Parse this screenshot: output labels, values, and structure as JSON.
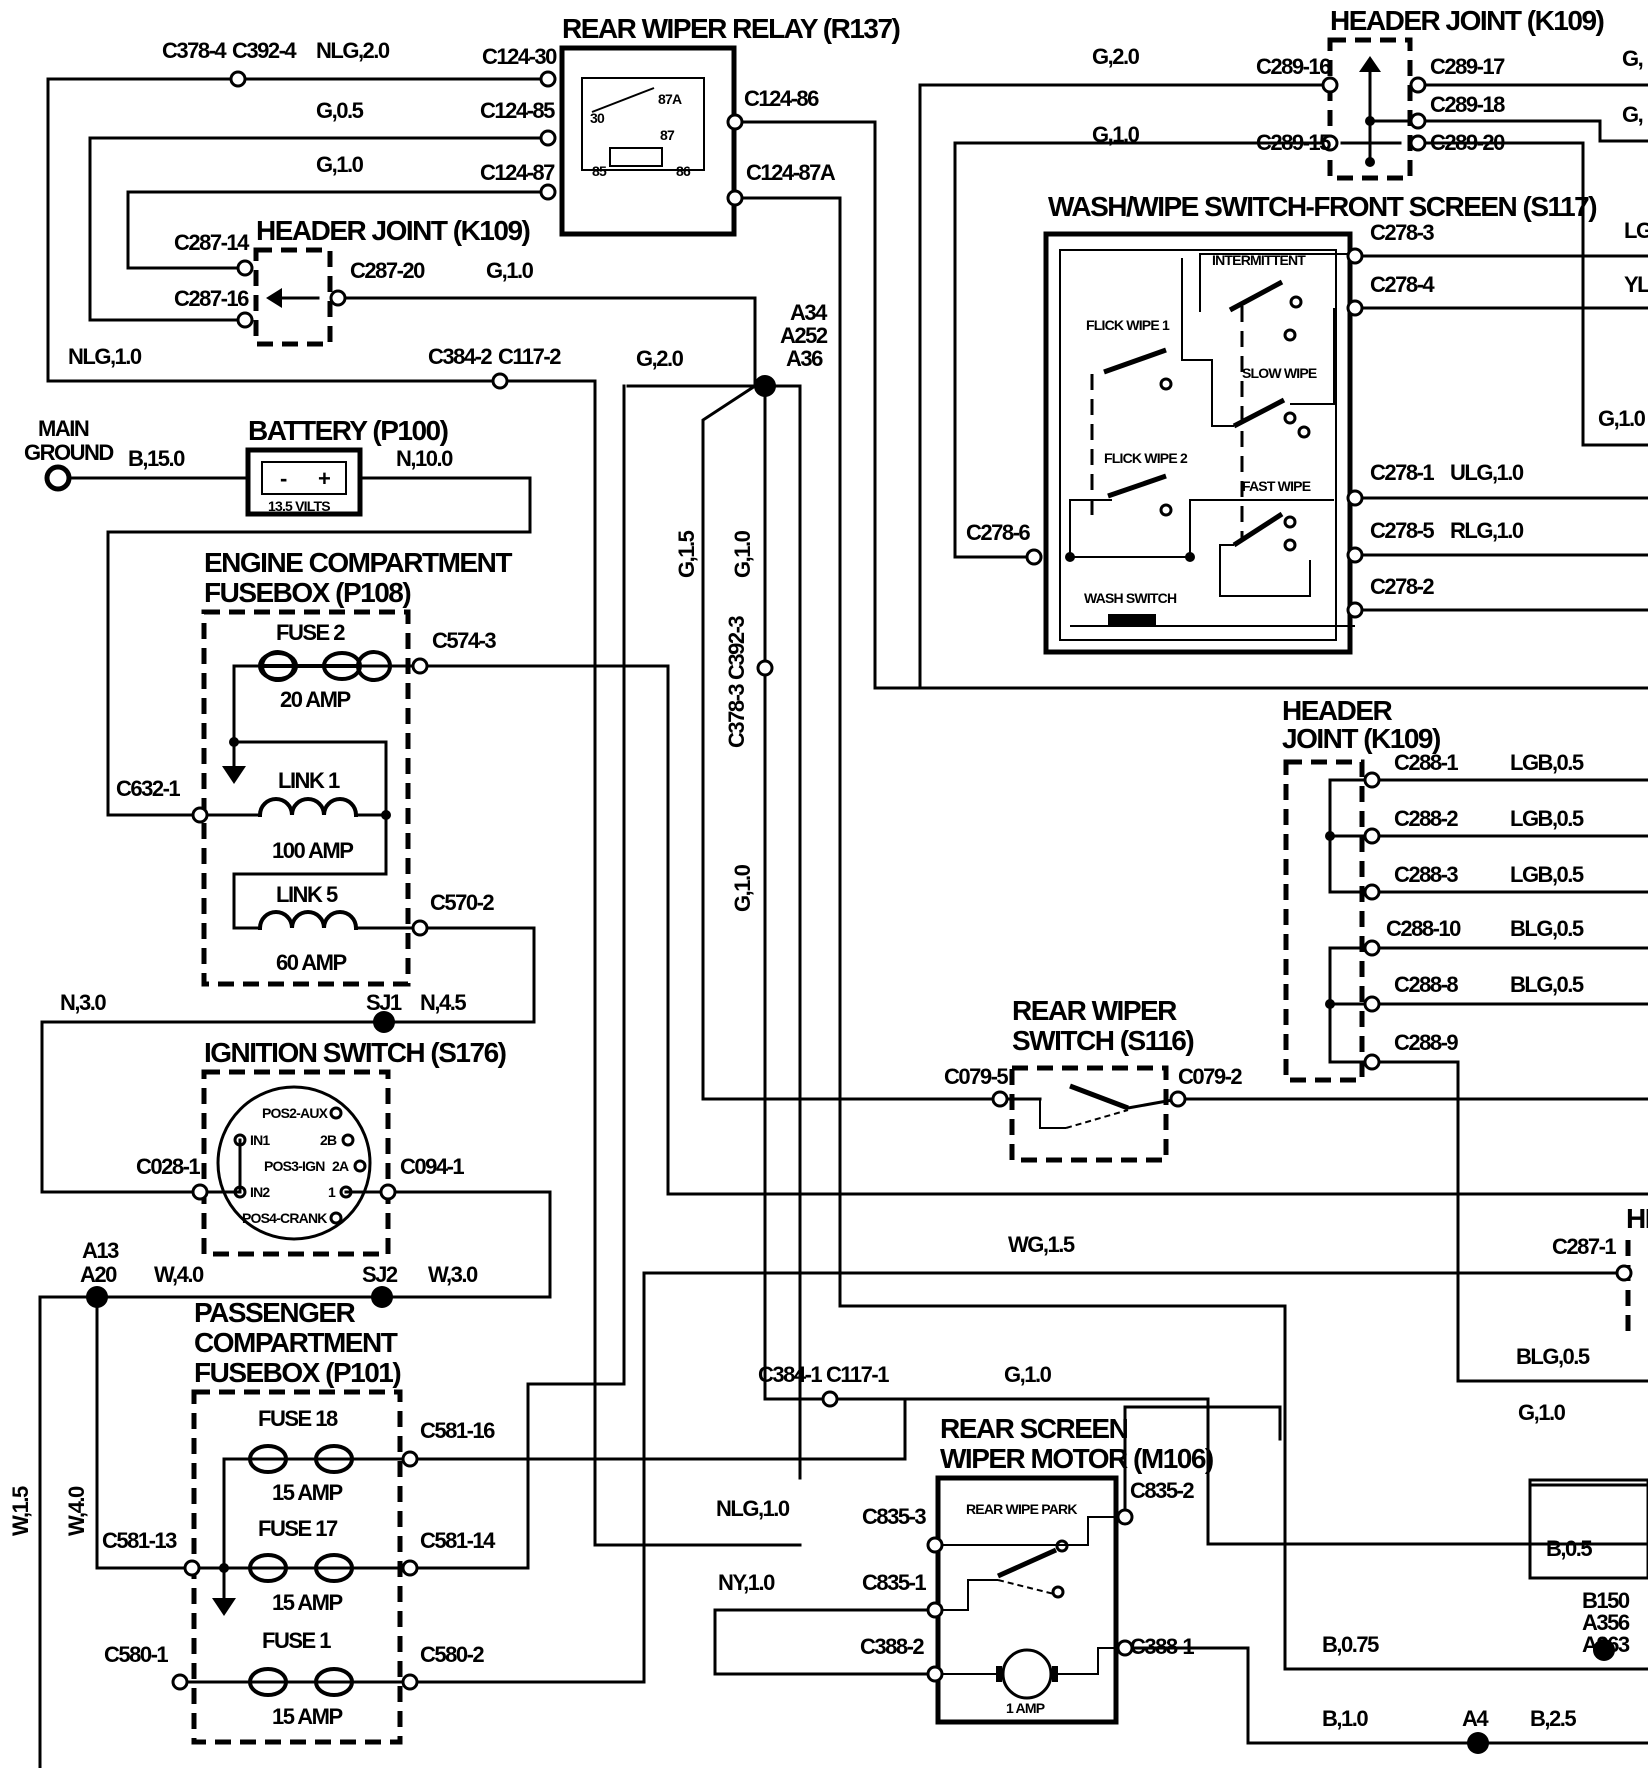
{
  "components": {
    "rear_wiper_relay": {
      "title": "REAR WIPER RELAY (R137)",
      "pins": [
        "30",
        "87A",
        "87",
        "85",
        "86"
      ]
    },
    "header_joint_top": {
      "title": "HEADER JOINT (K109)"
    },
    "header_joint_left": {
      "title": "HEADER JOINT (K109)"
    },
    "wash_wipe_switch": {
      "title": "WASH/WIPE SWITCH-FRONT SCREEN (S117)",
      "positions": [
        "INTERMITTENT",
        "FLICK WIPE 1",
        "SLOW WIPE",
        "FLICK WIPE 2",
        "FAST WIPE",
        "WASH SWITCH"
      ]
    },
    "battery": {
      "title": "BATTERY (P100)",
      "voltage": "13.5 VILTS",
      "minus": "-",
      "plus": "+"
    },
    "main_ground": {
      "line1": "MAIN",
      "line2": "GROUND"
    },
    "engine_fusebox": {
      "title1": "ENGINE COMPARTMENT",
      "title2": "FUSEBOX (P108)",
      "fuse2": "FUSE 2",
      "fuse2_rating": "20 AMP",
      "link1": "LINK 1",
      "link1_rating": "100 AMP",
      "link5": "LINK 5",
      "link5_rating": "60 AMP"
    },
    "header_joint_right": {
      "title1": "HEADER",
      "title2": "JOINT (K109)"
    },
    "rear_wiper_switch": {
      "title1": "REAR WIPER",
      "title2": "SWITCH (S116)"
    },
    "ignition_switch": {
      "title": "IGNITION SWITCH (S176)",
      "positions": [
        "POS2-AUX",
        "IN1",
        "2B",
        "POS3-IGN",
        "2A",
        "IN2",
        "1",
        "POS4-CRANK"
      ]
    },
    "passenger_fusebox": {
      "title1": "PASSENGER",
      "title2": "COMPARTMENT",
      "title3": "FUSEBOX (P101)",
      "fuse18": "FUSE 18",
      "fuse18_rating": "15 AMP",
      "fuse17": "FUSE 17",
      "fuse17_rating": "15 AMP",
      "fuse1": "FUSE 1",
      "fuse1_rating": "15 AMP"
    },
    "rear_wiper_motor": {
      "title1": "REAR SCREEN",
      "title2": "WIPER MOTOR (M106)",
      "park": "REAR WIPE PARK",
      "rating": "1 AMP"
    },
    "header_joint_partial": {
      "title": "HE"
    }
  },
  "connectors": {
    "c378_4": "C378-4",
    "c392_4": "C392-4",
    "c124_30": "C124-30",
    "c124_85": "C124-85",
    "c124_87": "C124-87",
    "c124_86": "C124-86",
    "c124_87a": "C124-87A",
    "c287_14": "C287-14",
    "c287_16": "C287-16",
    "c287_20": "C287-20",
    "c287_1": "C287-1",
    "c384_2": "C384-2",
    "c117_2": "C117-2",
    "c384_1": "C384-1",
    "c117_1": "C117-1",
    "a34": "A34",
    "a252": "A252",
    "a36": "A36",
    "c289_16": "C289-16",
    "c289_15": "C289-15",
    "c289_17": "C289-17",
    "c289_18": "C289-18",
    "c289_20": "C289-20",
    "c278_3": "C278-3",
    "c278_4": "C278-4",
    "c278_1": "C278-1",
    "c278_5": "C278-5",
    "c278_2": "C278-2",
    "c278_6": "C278-6",
    "c574_3": "C574-3",
    "c632_1": "C632-1",
    "c570_2": "C570-2",
    "c378_3": "C378-3",
    "c392_3": "C392-3",
    "c288_1": "C288-1",
    "c288_2": "C288-2",
    "c288_3": "C288-3",
    "c288_10": "C288-10",
    "c288_8": "C288-8",
    "c288_9": "C288-9",
    "sj1": "SJ1",
    "sj2": "SJ2",
    "c079_5": "C079-5",
    "c079_2": "C079-2",
    "c028_1": "C028-1",
    "c094_1": "C094-1",
    "a13": "A13",
    "a20": "A20",
    "c581_16": "C581-16",
    "c581_13": "C581-13",
    "c581_14": "C581-14",
    "c580_1": "C580-1",
    "c580_2": "C580-2",
    "c835_3": "C835-3",
    "c835_2": "C835-2",
    "c835_1": "C835-1",
    "c388_2": "C388-2",
    "c388_1": "C388-1",
    "b150": "B150",
    "a356": "A356",
    "a263": "A263",
    "a4": "A4"
  },
  "wires": {
    "nlg_2_0": "NLG,2.0",
    "g_0_5": "G,0.5",
    "g_1_0": "G,1.0",
    "g_2_0": "G,2.0",
    "g_1_5": "G,1.5",
    "nlg_1_0": "NLG,1.0",
    "b_15_0": "B,15.0",
    "n_10_0": "N,10.0",
    "lg_partial": "LG",
    "yl_partial": "YL",
    "g_partial": "G,",
    "ulg_1_0": "ULG,1.0",
    "rlg_1_0": "RLG,1.0",
    "lgb_0_5": "LGB,0.5",
    "blg_0_5": "BLG,0.5",
    "n_3_0": "N,3.0",
    "n_4_5": "N,4.5",
    "w_4_0": "W,4.0",
    "w_3_0": "W,3.0",
    "w_1_5": "W,1.5",
    "wg_1_5": "WG,1.5",
    "ny_1_0": "NY,1.0",
    "b_0_5": "B,0.5",
    "b_0_75": "B,0.75",
    "b_1_0": "B,1.0",
    "b_2_5": "B,2.5"
  }
}
